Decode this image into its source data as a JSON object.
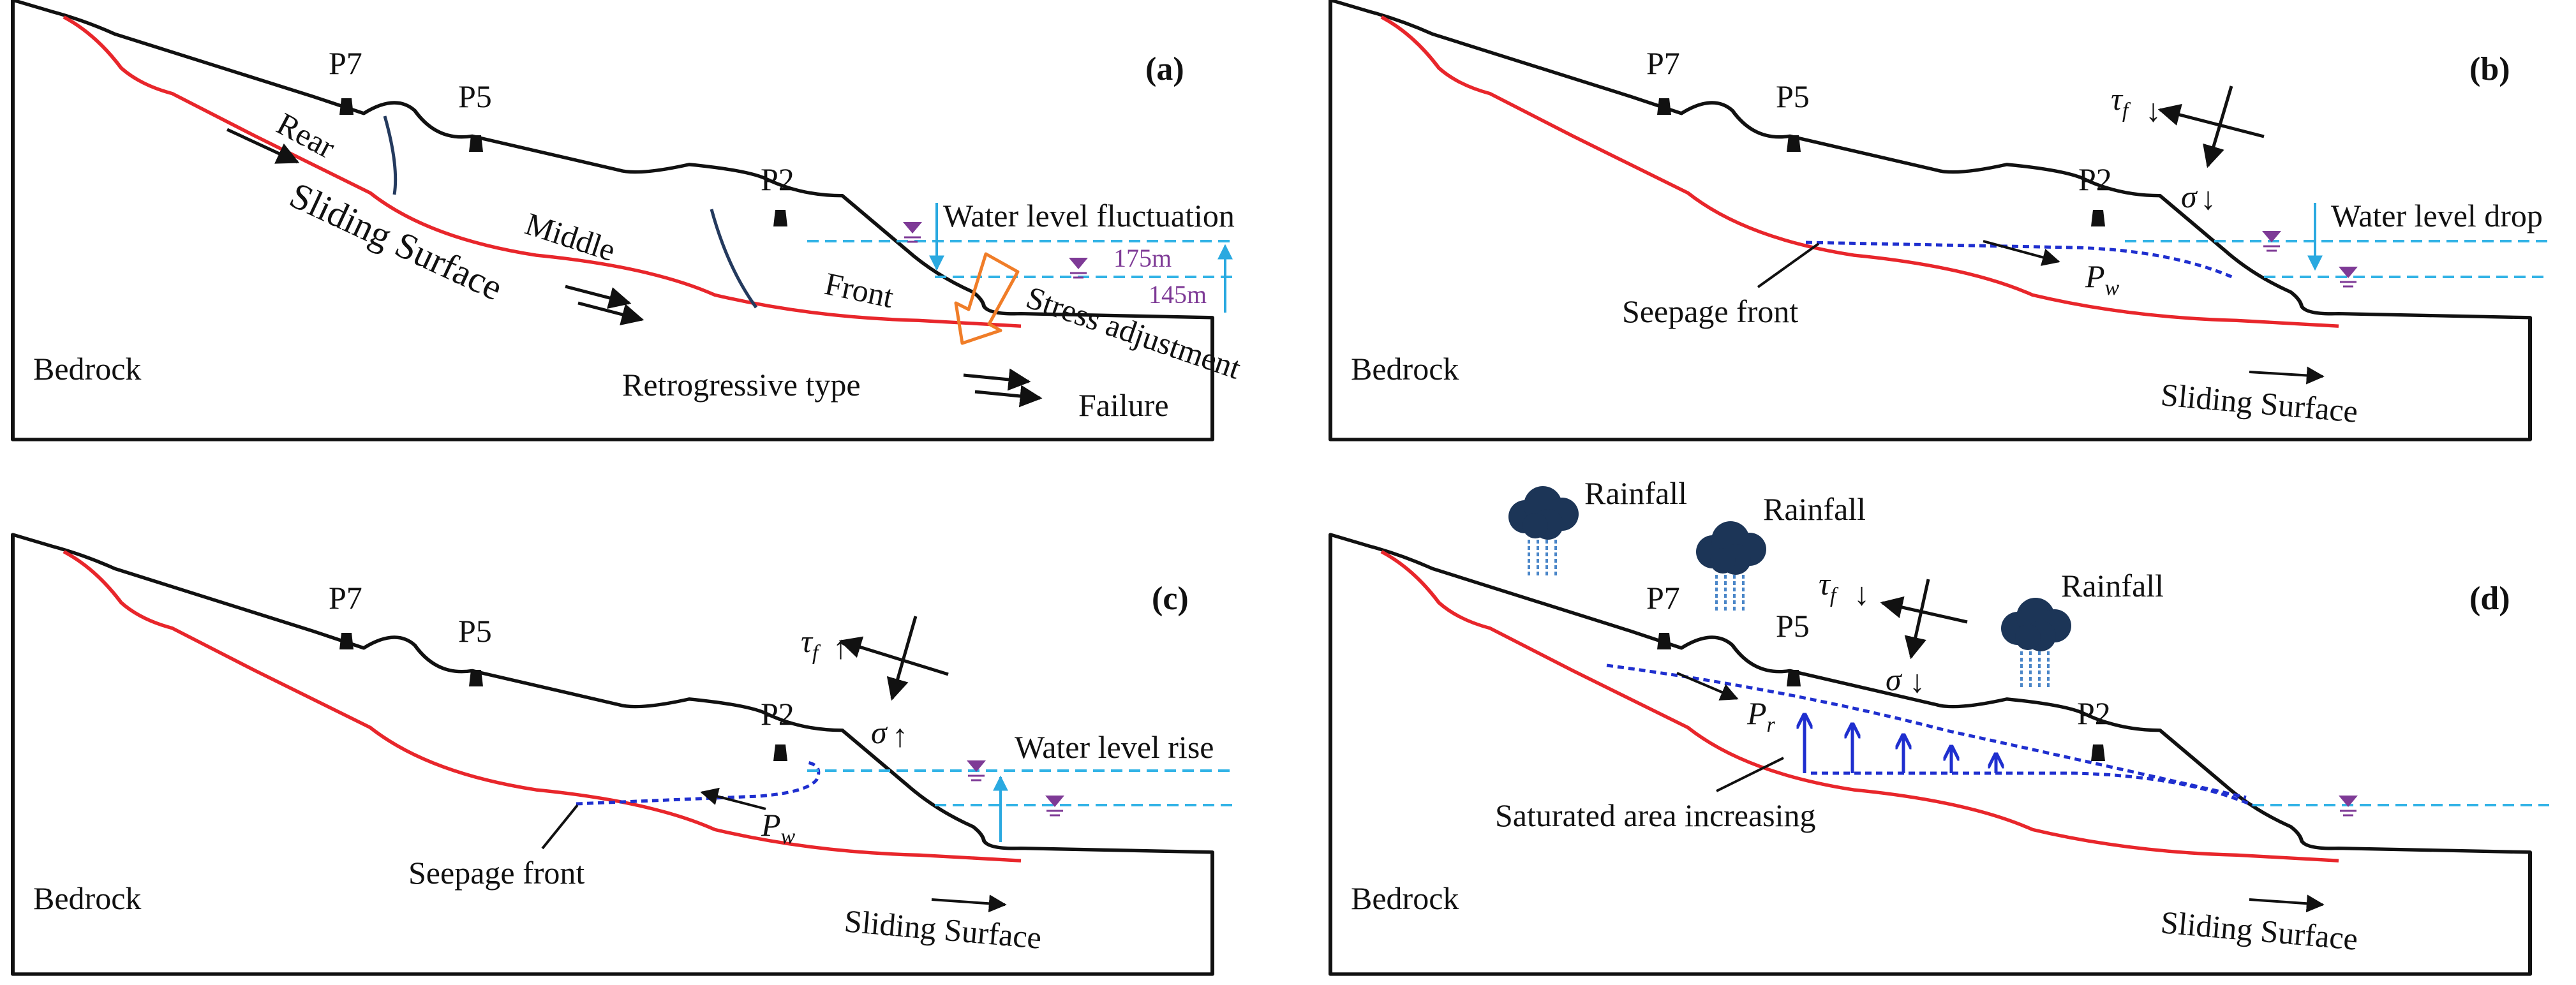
{
  "colors": {
    "slope_line": "#111111",
    "sliding_surface": "#e8262b",
    "water_line": "#32b3e6",
    "water_arrow": "#2aa9e0",
    "seepage_line": "#1f2fcf",
    "water_symbol": "#7e3a96",
    "stress_arrow": "#f07d28",
    "fault_line": "#243a5e",
    "cloud": "#1c3557",
    "rain": "#4a86c8"
  },
  "monitoring_points": {
    "p7": "P7",
    "p5": "P5",
    "p2": "P2"
  },
  "common": {
    "bedrock": "Bedrock",
    "sliding_surface": "Sliding Surface"
  },
  "panel_a": {
    "letter": "(a)",
    "rear": "Rear",
    "middle": "Middle",
    "front": "Front",
    "sliding_surface": "Sliding Surface",
    "bedrock": "Bedrock",
    "water_level_fluctuation": "Water level fluctuation",
    "level_high": "175m",
    "level_low": "145m",
    "stress_adjustment": "Stress adjustment",
    "retrogressive_type": "Retrogressive type",
    "failure": "Failure"
  },
  "panel_b": {
    "letter": "(b)",
    "water_level_drop": "Water level drop",
    "seepage_front": "Seepage front",
    "tau": "τ",
    "tau_sub": "f",
    "sigma": "σ",
    "pw": "P",
    "pw_sub": "w"
  },
  "panel_c": {
    "letter": "(c)",
    "water_level_rise": "Water level rise",
    "seepage_front": "Seepage front",
    "tau": "τ",
    "tau_sub": "f",
    "sigma": "σ",
    "pw": "P",
    "pw_sub": "w"
  },
  "panel_d": {
    "letter": "(d)",
    "rainfall_1": "Rainfall",
    "rainfall_2": "Rainfall",
    "rainfall_3": "Rainfall",
    "saturated_area": "Saturated area increasing",
    "tau": "τ",
    "tau_sub": "f",
    "sigma": "σ",
    "pr": "P",
    "pr_sub": "r"
  }
}
